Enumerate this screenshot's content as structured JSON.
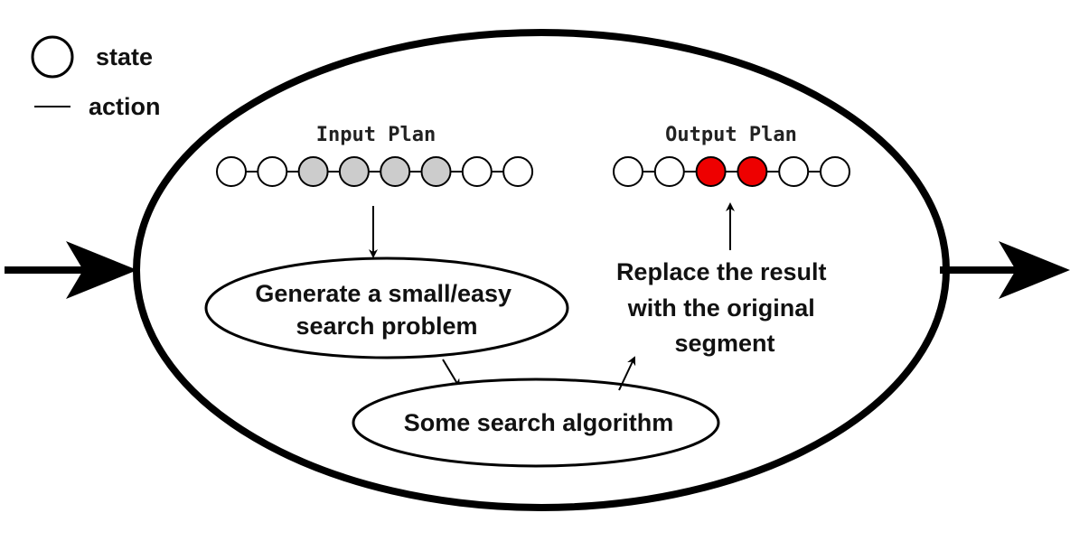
{
  "legend": {
    "state_label": "state",
    "action_label": "action"
  },
  "input_plan": {
    "title": "Input Plan",
    "states": [
      "plain",
      "plain",
      "gray",
      "gray",
      "gray",
      "gray",
      "plain",
      "plain"
    ]
  },
  "output_plan": {
    "title": "Output Plan",
    "states": [
      "plain",
      "plain",
      "red",
      "red",
      "plain",
      "plain"
    ]
  },
  "steps": {
    "generate": [
      "Generate a small/easy",
      "search problem"
    ],
    "search": "Some search algorithm",
    "replace": [
      "Replace the result",
      "with the original",
      "segment"
    ]
  },
  "colors": {
    "plain": "#ffffff",
    "gray": "#cccccc",
    "red": "#ee0000",
    "stroke": "#000000"
  }
}
